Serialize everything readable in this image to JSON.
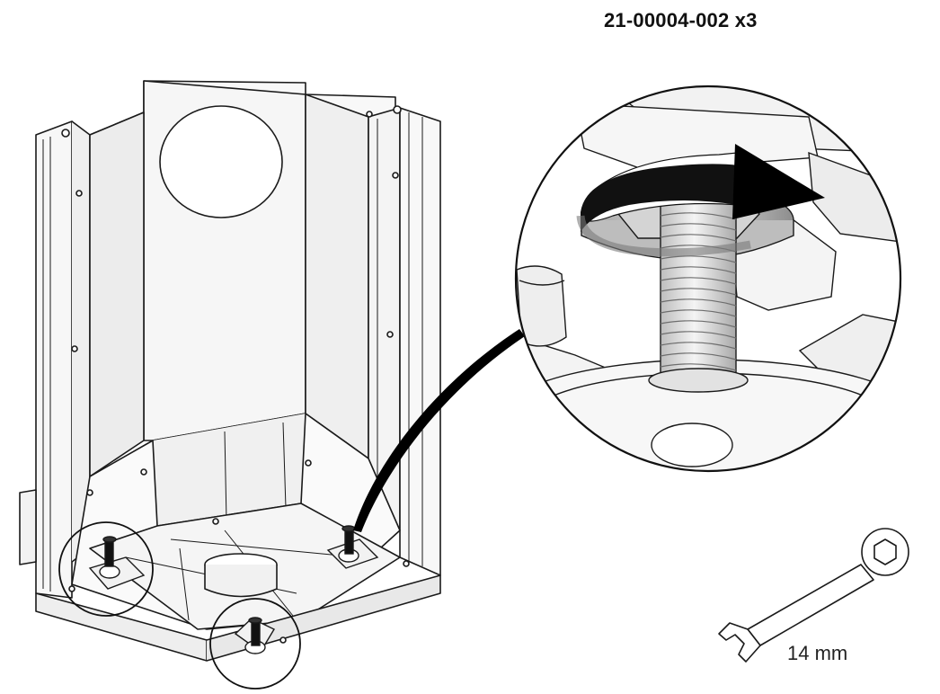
{
  "part_label": "21-00004-002 x3",
  "tool_label": "14 mm",
  "colors": {
    "line": "#1a1a1a",
    "panel_fill": "#f4f4f4",
    "shadow_fill": "#d9d9d9",
    "arrow_fill": "#000000",
    "background": "#ffffff"
  },
  "icons": [
    "stove-body-drawing",
    "detail-magnifier",
    "rotation-arrow-icon",
    "wrench-icon"
  ]
}
